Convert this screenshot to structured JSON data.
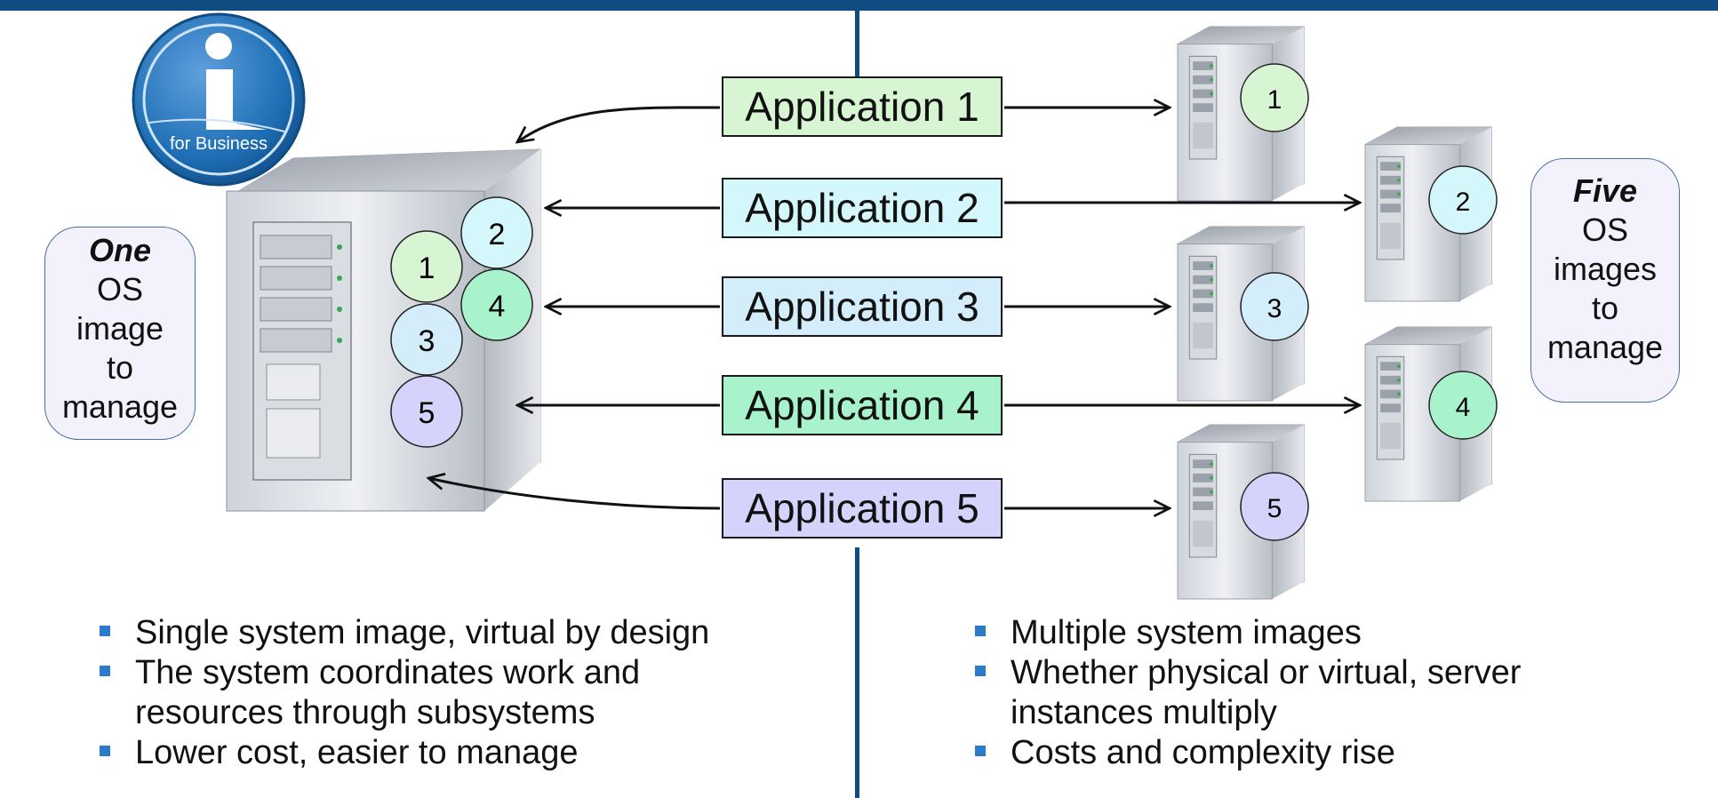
{
  "logo": {
    "mark": "i",
    "text": "for Business"
  },
  "left_box": {
    "emphasis": "One",
    "line1": "OS",
    "line2": "image",
    "line3": "to",
    "line4": "manage"
  },
  "right_box": {
    "emphasis": "Five",
    "line1": "OS",
    "line2": "images",
    "line3": "to",
    "line4": "manage"
  },
  "applications": [
    {
      "label": "Application 1",
      "number": "1",
      "color": "#d7f5d2"
    },
    {
      "label": "Application 2",
      "number": "2",
      "color": "#d4f7fb"
    },
    {
      "label": "Application 3",
      "number": "3",
      "color": "#d4edfb"
    },
    {
      "label": "Application 4",
      "number": "4",
      "color": "#a8f2cc"
    },
    {
      "label": "Application 5",
      "number": "5",
      "color": "#d5d3fb"
    }
  ],
  "left_bullets": [
    "Single system image, virtual by design",
    "The system coordinates work and",
    "resources through subsystems",
    "Lower cost, easier to manage"
  ],
  "right_bullets": [
    "Multiple system images",
    "Whether physical or virtual, server",
    "instances multiply",
    "Costs and complexity rise"
  ],
  "colors": {
    "accent": "#0f4c81",
    "bullet": "#2c7bc8"
  }
}
